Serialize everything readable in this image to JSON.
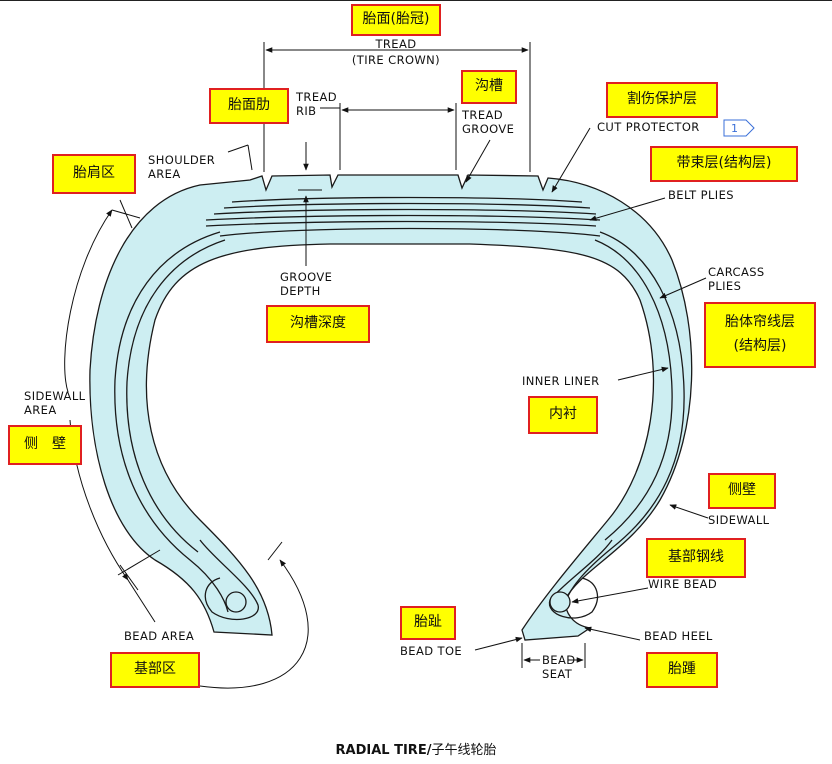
{
  "labels": {
    "tread": "TREAD",
    "tire_crown": "(TIRE CROWN)",
    "tread_rib_1": "TREAD",
    "tread_rib_2": "RIB",
    "tread_groove_1": "TREAD",
    "tread_groove_2": "GROOVE",
    "cut_protector": "CUT PROTECTOR",
    "cut_protector_ref": "1",
    "shoulder_1": "SHOULDER",
    "shoulder_2": "AREA",
    "belt_plies": "BELT PLIES",
    "groove_depth_1": "GROOVE",
    "groove_depth_2": "DEPTH",
    "carcass_1": "CARCASS",
    "carcass_2": "PLIES",
    "inner_liner": "INNER LINER",
    "sidewall_area_1": "SIDEWALL",
    "sidewall_area_2": "AREA",
    "sidewall": "SIDEWALL",
    "wire_bead": "WIRE BEAD",
    "bead_area": "BEAD AREA",
    "bead_toe": "BEAD TOE",
    "bead_heel": "BEAD HEEL",
    "bead_seat_1": "BEAD",
    "bead_seat_2": "SEAT"
  },
  "chinese": {
    "tread": "胎面(胎冠)",
    "tread_rib": "胎面肋",
    "groove": "沟槽",
    "cut_protector": "割伤保护层",
    "belt": "带束层(结构层)",
    "shoulder": "胎肩区",
    "groove_depth": "沟槽深度",
    "carcass_line1": "胎体帘线层",
    "carcass_line2": "(结构层)",
    "inner_liner": "内衬",
    "sidewall_area": "侧　壁",
    "sidewall": "侧壁",
    "wire_bead": "基部钢线",
    "bead_toe": "胎趾",
    "bead_area": "基部区",
    "bead_heel": "胎踵"
  },
  "caption": {
    "bold": "RADIAL TIRE/",
    "normal": "子午线轮胎"
  },
  "colors": {
    "tire_fill": "#cdeef2",
    "outline": "#1a1a1a",
    "label_bg": "#ffff00",
    "label_border": "#e02020"
  }
}
